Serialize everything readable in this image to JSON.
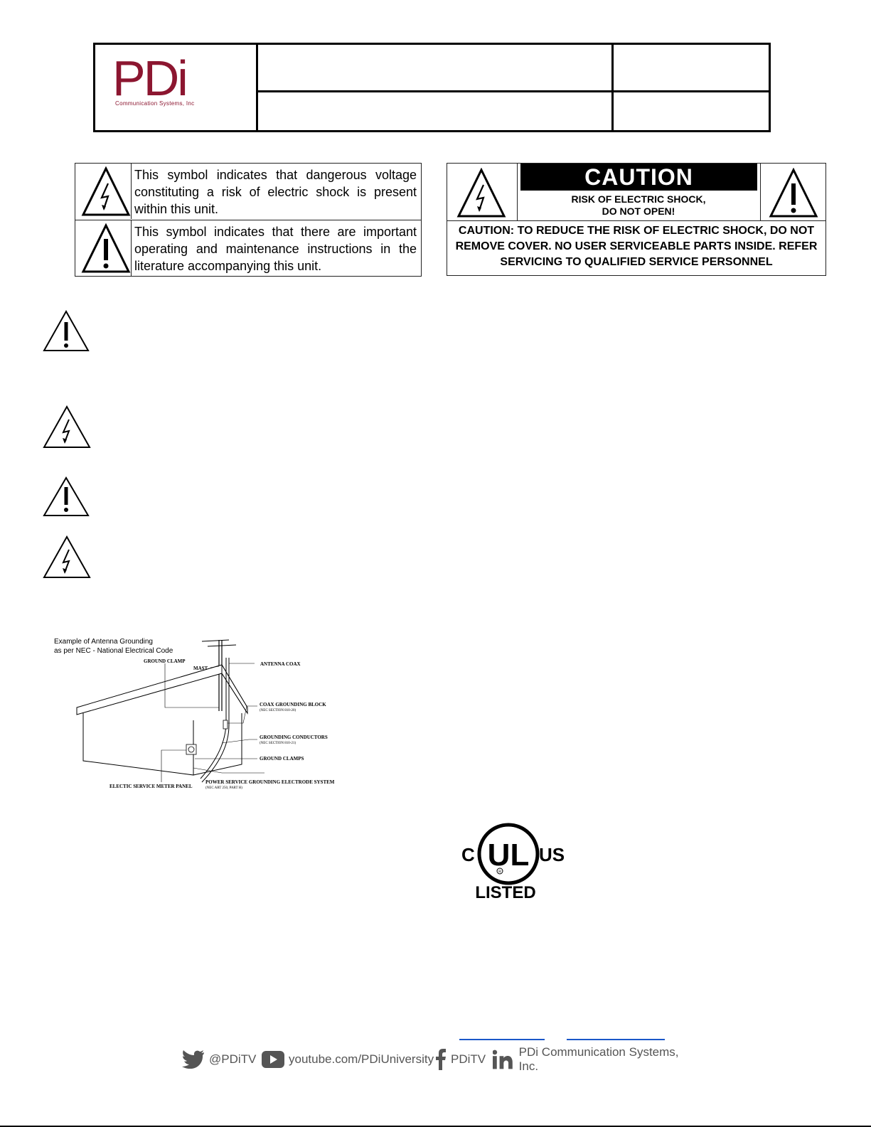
{
  "header": {
    "logo_text": "PDi",
    "logo_subtext": "Communication Systems, Inc",
    "brand_color": "#8c1630"
  },
  "symbols": {
    "voltage_text": "This symbol indicates that dangerous voltage constituting a risk of electric shock is present within this unit.",
    "instructions_text": "This symbol indicates that there are important operating and maintenance instructions in the literature accompanying this unit."
  },
  "caution": {
    "title": "CAUTION",
    "sub1": "RISK OF ELECTRIC SHOCK,",
    "sub2": "DO NOT OPEN!",
    "body": "CAUTION: TO REDUCE THE RISK OF ELECTRIC SHOCK, DO NOT REMOVE COVER.  NO USER SERVICEABLE PARTS INSIDE.  REFER SERVICING TO QUALIFIED SERVICE PERSONNEL"
  },
  "diagram": {
    "title1": "Example of Antenna Grounding",
    "title2": "as per NEC - National Electrical Code",
    "ground_clamp": "GROUND CLAMP",
    "mast": "MAST",
    "antenna_coax": "ANTENNA COAX",
    "coax_block": "COAX GROUNDING BLOCK",
    "coax_block_note": "(NEC SECTION 810-20)",
    "grounding_conductors": "GROUNDING CONDUCTORS",
    "grounding_conductors_note": "(NEC SECTION 810-21)",
    "ground_clamps": "GROUND CLAMPS",
    "power_service": "POWER SERVICE GROUNDING ELECTRODE SYSTEM",
    "power_service_note": "(NEC ART 250, PART H)",
    "meter_panel": "ELECTIC SERVICE METER PANEL"
  },
  "ul": {
    "c": "C",
    "ul": "UL",
    "us": "US",
    "r": "R",
    "listed": "LISTED"
  },
  "social": {
    "twitter": "@PDiTV",
    "youtube": "youtube.com/PDiUniversity",
    "facebook": "PDiTV",
    "linkedin": "PDi Communication Systems, Inc."
  },
  "icons": [
    "lightning-warning-icon",
    "exclamation-warning-icon",
    "twitter-icon",
    "youtube-icon",
    "facebook-icon",
    "linkedin-icon"
  ]
}
